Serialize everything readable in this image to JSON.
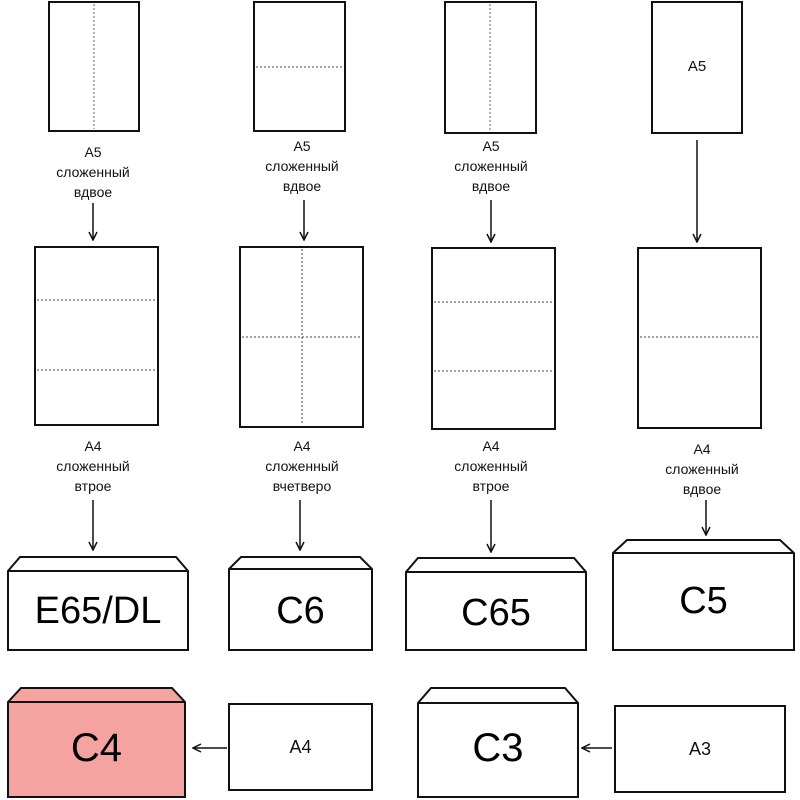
{
  "columns": [
    {
      "source": {
        "size": "A5",
        "fold": "сложенный",
        "manner": "вдвое"
      },
      "folded": {
        "size": "A4",
        "fold": "сложенный",
        "manner": "втрое"
      },
      "envelope": "E65/DL"
    },
    {
      "source": {
        "size": "A5",
        "fold": "сложенный",
        "manner": "вдвое"
      },
      "folded": {
        "size": "A4",
        "fold": "сложенный",
        "manner": "вчетверо"
      },
      "envelope": "C6"
    },
    {
      "source": {
        "size": "A5",
        "fold": "сложенный",
        "manner": "вдвое"
      },
      "folded": {
        "size": "A4",
        "fold": "сложенный",
        "manner": "втрое"
      },
      "envelope": "C65"
    },
    {
      "source": {
        "size": "A5"
      },
      "folded": {
        "size": "A4",
        "fold": "сложенный",
        "manner": "вдвое"
      },
      "envelope": "C5"
    }
  ],
  "bottom": [
    {
      "envelope": "C4",
      "sheet": "A4",
      "highlight": true
    },
    {
      "envelope": "C3",
      "sheet": "A3",
      "highlight": false
    }
  ],
  "colors": {
    "highlight": "#f5a3a0",
    "stroke": "#111111",
    "background": "#ffffff"
  }
}
